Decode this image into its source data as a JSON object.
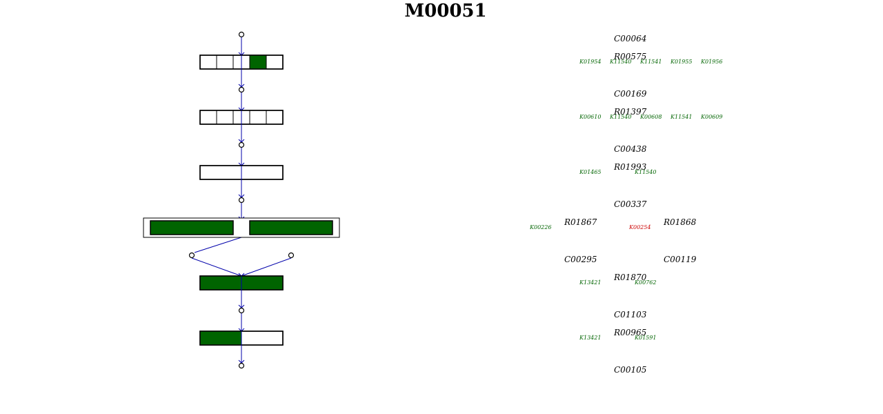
{
  "title": "M00051",
  "colors": {
    "present": "#006400",
    "absent_ko": "#cc0000",
    "edge": "#0000aa"
  },
  "steps": [
    {
      "compound_in": "C00064",
      "reaction": "R00575",
      "kos": [
        {
          "id": "K01954",
          "color": "#006400"
        },
        {
          "id": "K11540",
          "color": "#006400"
        },
        {
          "id": "K11541",
          "color": "#006400"
        },
        {
          "id": "K01955",
          "color": "#006400"
        },
        {
          "id": "K01956",
          "color": "#006400"
        }
      ],
      "box_segments": 5,
      "filled_segments": [
        3
      ]
    },
    {
      "compound_in": "C00169",
      "reaction": "R01397",
      "kos": [
        {
          "id": "K00610",
          "color": "#006400"
        },
        {
          "id": "K11540",
          "color": "#006400"
        },
        {
          "id": "K00608",
          "color": "#006400"
        },
        {
          "id": "K11541",
          "color": "#006400"
        },
        {
          "id": "K00609",
          "color": "#006400"
        }
      ],
      "box_segments": 5,
      "filled_segments": []
    },
    {
      "compound_in": "C00438",
      "reaction": "R01993",
      "kos": [
        {
          "id": "K01465",
          "color": "#006400"
        },
        {
          "id": "K11540",
          "color": "#006400"
        }
      ],
      "box_segments": 1,
      "filled_segments": []
    },
    {
      "compound_in": "C00337",
      "reaction_left": "R01867",
      "reaction_right": "R01868",
      "kos_left": [
        {
          "id": "K00226",
          "color": "#006400"
        }
      ],
      "kos_right": [
        {
          "id": "K00254",
          "color": "#cc0000"
        }
      ],
      "box_segments": 2,
      "filled_segments": [
        0,
        1
      ]
    },
    {
      "compound_left": "C00295",
      "compound_right": "C00119",
      "reaction": "R01870",
      "kos": [
        {
          "id": "K13421",
          "color": "#006400"
        },
        {
          "id": "K00762",
          "color": "#006400"
        }
      ],
      "box_segments": 1,
      "filled_segments": [
        0
      ]
    },
    {
      "compound_in": "C01103",
      "reaction": "R00965",
      "kos": [
        {
          "id": "K13421",
          "color": "#006400"
        },
        {
          "id": "K01591",
          "color": "#006400"
        }
      ],
      "box_segments": 2,
      "filled_segments": [
        0
      ]
    }
  ],
  "final_compound": "C00105"
}
